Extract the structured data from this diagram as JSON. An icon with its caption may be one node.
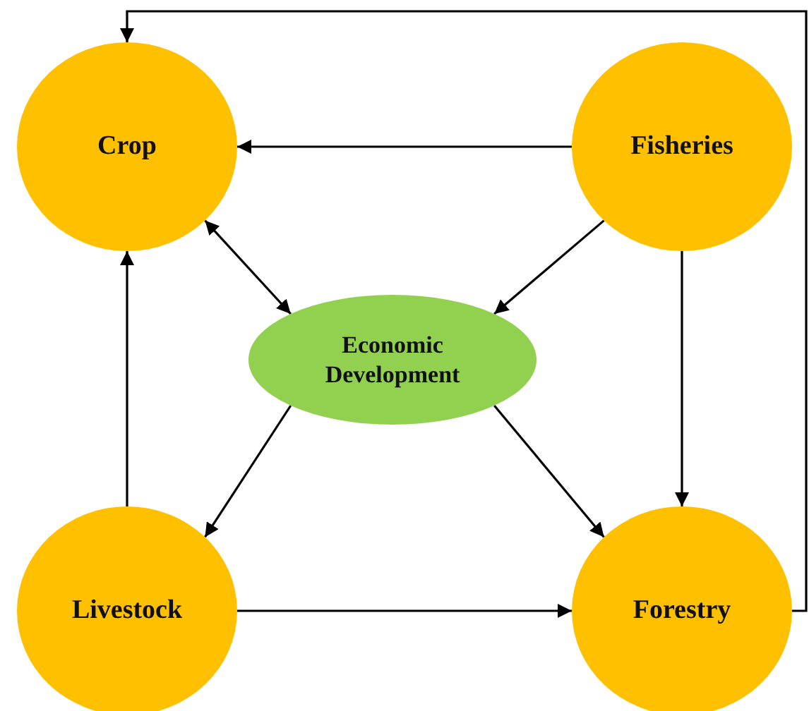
{
  "diagram": {
    "nodes": [
      {
        "text": [
          "Crop"
        ]
      },
      {
        "text": [
          "Fisheries"
        ]
      },
      {
        "text": [
          "Economic Development"
        ]
      },
      {
        "text": [
          "Livestock"
        ]
      },
      {
        "text": [
          "Forestry"
        ]
      }
    ],
    "edges": [
      {
        "from": 1,
        "to": 0,
        "arrow": "to"
      },
      {
        "from": 0,
        "to": 2,
        "arrow": "both"
      },
      {
        "from": 1,
        "to": 2,
        "arrow": "to"
      },
      {
        "from": 3,
        "to": 0,
        "arrow": "to"
      },
      {
        "from": 1,
        "to": 4,
        "arrow": "to"
      },
      {
        "from": 2,
        "to": 3,
        "arrow": "to"
      },
      {
        "from": 2,
        "to": 4,
        "arrow": "to"
      },
      {
        "from": 3,
        "to": 4,
        "arrow": "to"
      },
      {
        "from": 4,
        "to": 0,
        "arrow": "to"
      }
    ]
  }
}
